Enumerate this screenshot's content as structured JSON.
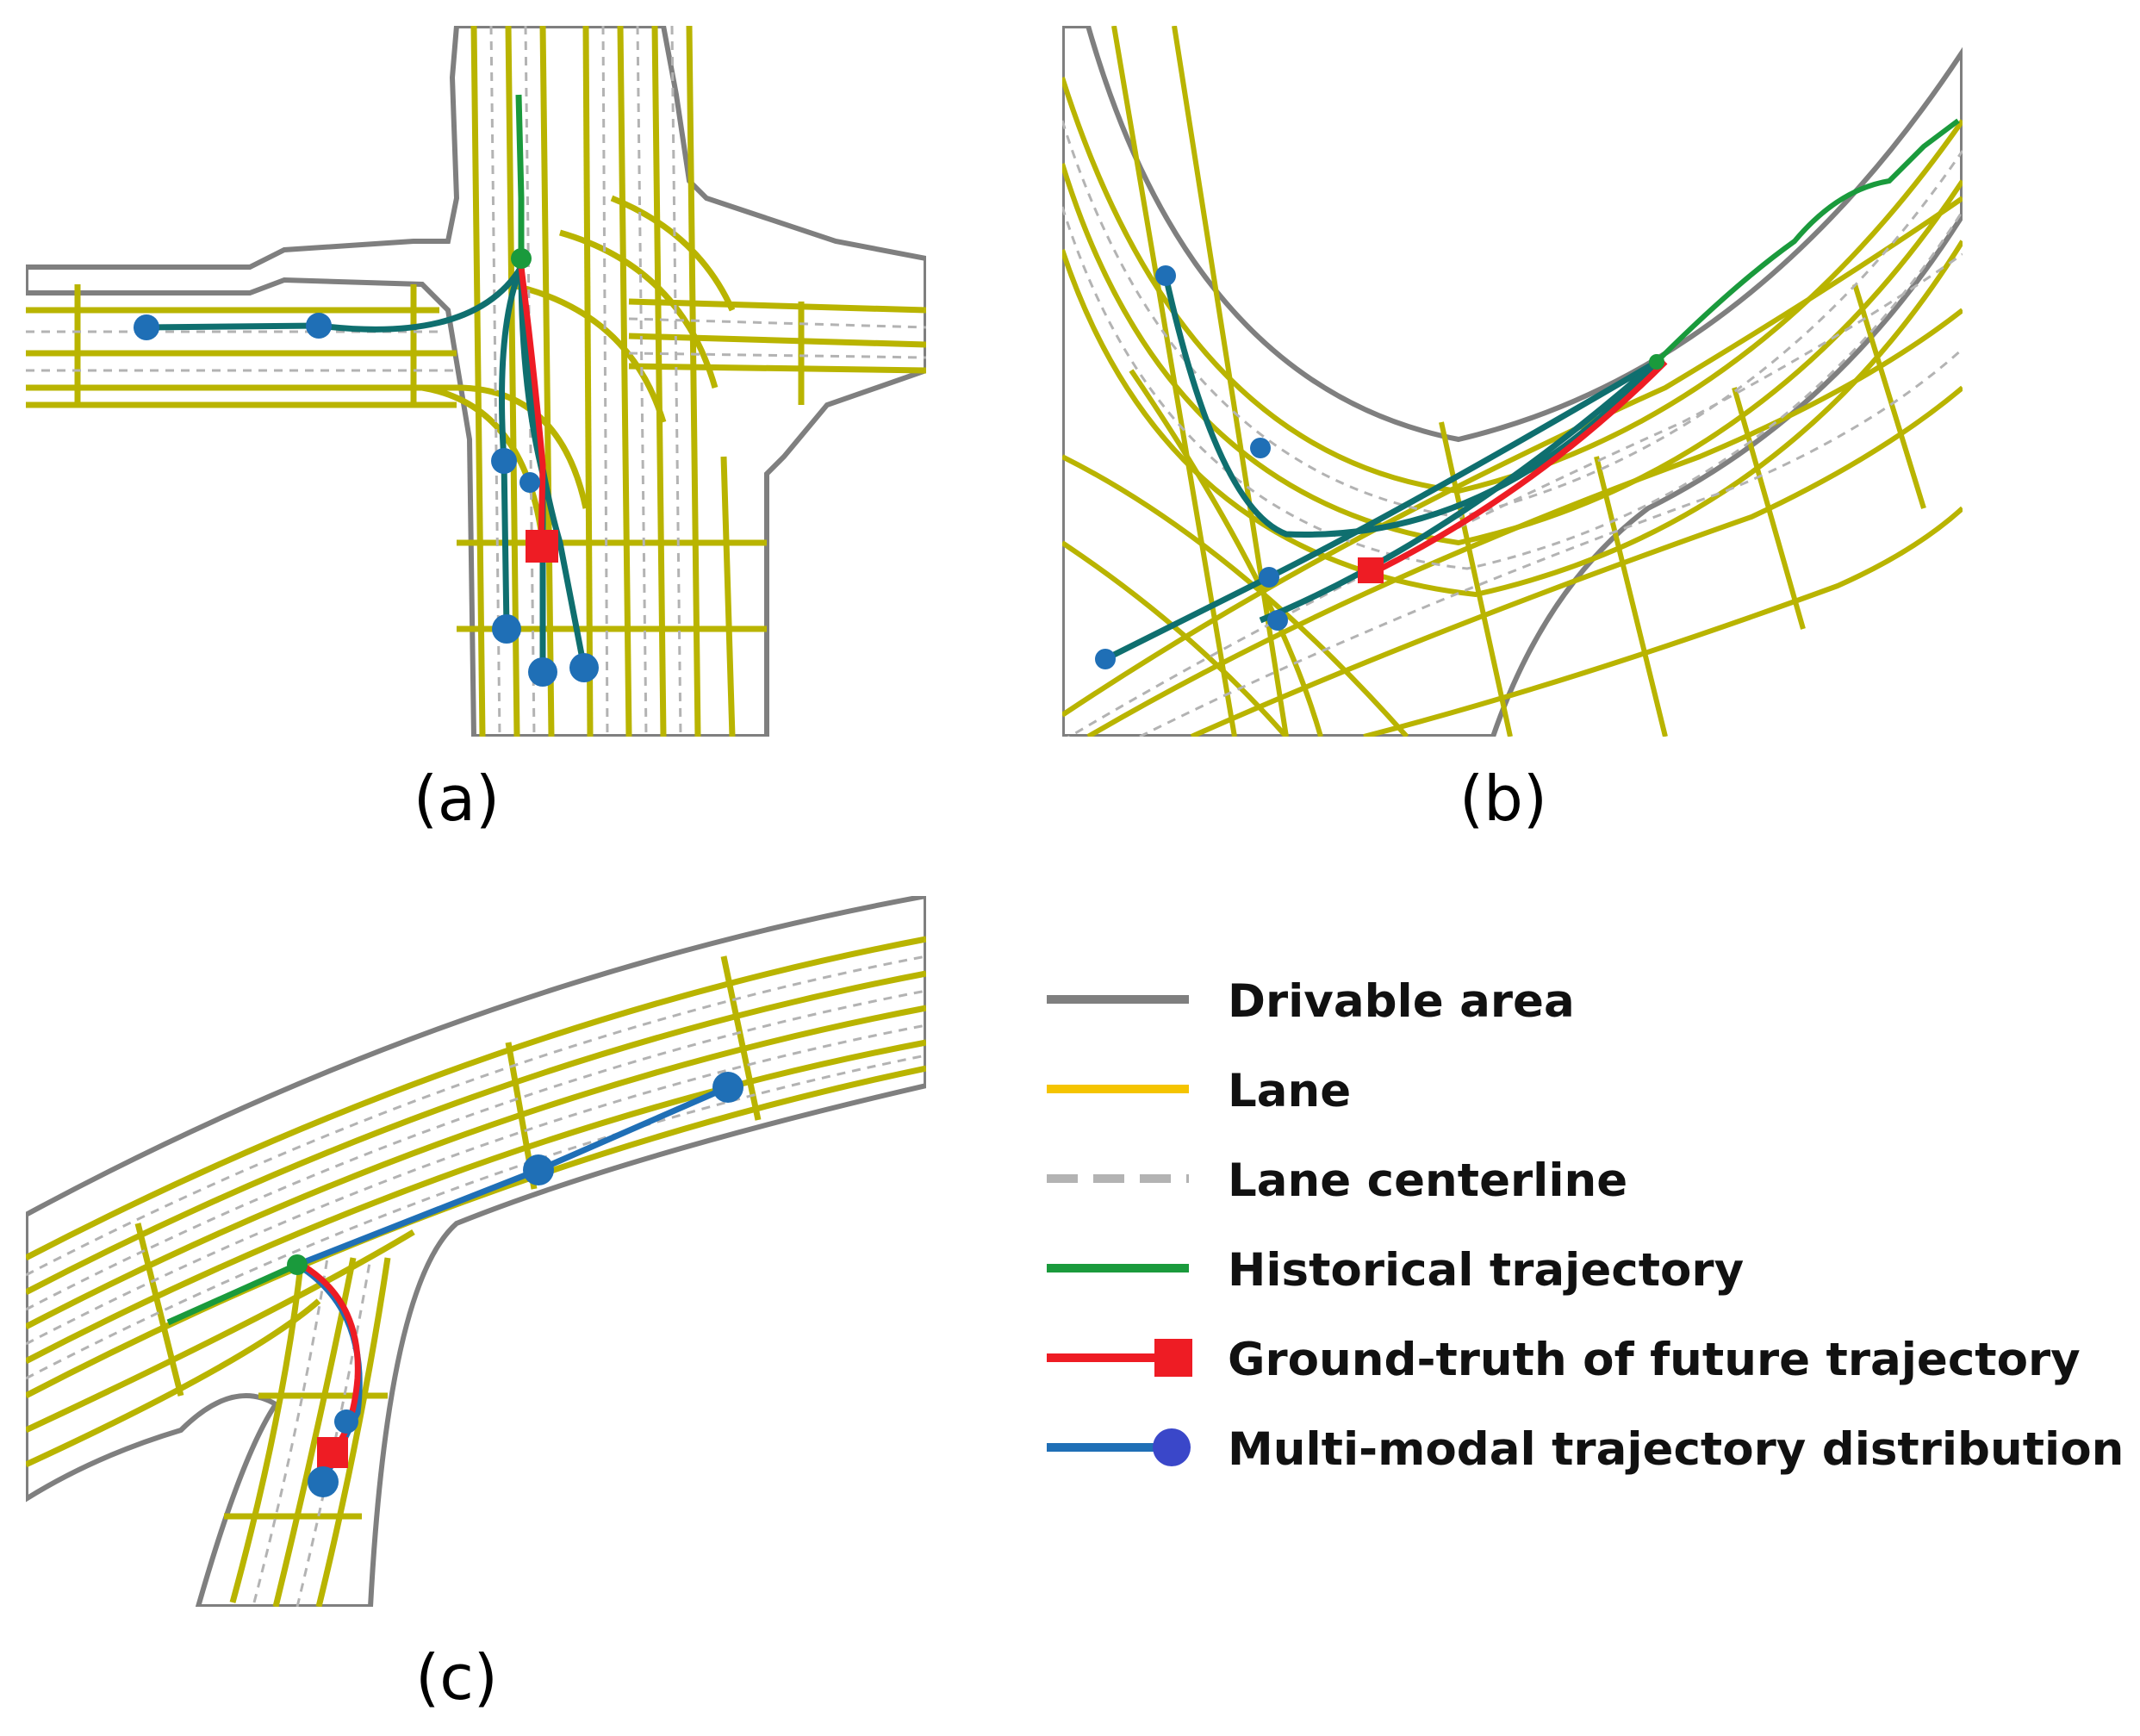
{
  "captions": {
    "a": "(a)",
    "b": "(b)",
    "c": "(c)"
  },
  "colors": {
    "drivable_area": "#7f7f7f",
    "lane": "#b9b400",
    "lane_centerline": "#b3b3b3",
    "historical": "#1a9a3c",
    "ground_truth": "#ee1c24",
    "multimodal": "#1f6fb6",
    "multimodal_dot": "#3a47c9",
    "multimodal_teal": "#0f6f6f"
  },
  "legend": {
    "drivable_area": "Drivable area",
    "lane": "Lane",
    "lane_centerline": "Lane centerline",
    "historical": "Historical trajectory",
    "ground_truth": "Ground-truth of future trajectory",
    "multimodal": "Multi-modal trajectory distribution"
  }
}
